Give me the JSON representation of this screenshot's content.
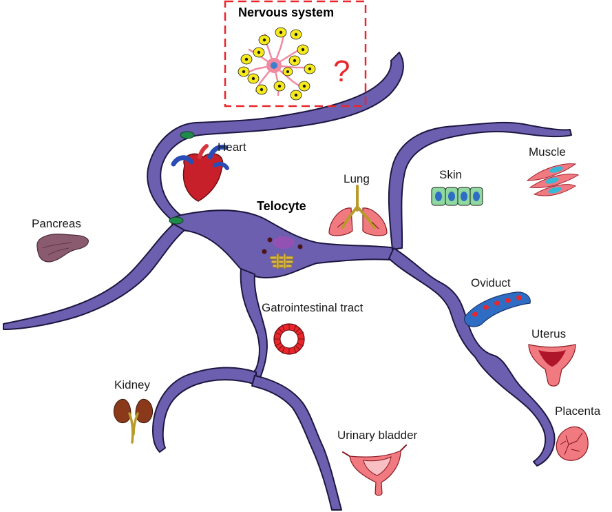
{
  "labels": {
    "nervous_system": "Nervous system",
    "question_mark": "?",
    "heart": "Heart",
    "telocyte": "Telocyte",
    "lung": "Lung",
    "skin": "Skin",
    "muscle": "Muscle",
    "pancreas": "Pancreas",
    "oviduct": "Oviduct",
    "gastrointestinal": "Gatrointestinal tract",
    "uterus": "Uterus",
    "kidney": "Kidney",
    "placenta": "Placenta",
    "urinary_bladder": "Urinary bladder"
  },
  "colors": {
    "telocyte_fill": "#6d5fb0",
    "telocyte_stroke": "#1c1640",
    "dashed_box": "#e8262b",
    "question_mark": "#e8262b",
    "glia": "#f7ea1c",
    "neuron": "#f08aa0"
  }
}
